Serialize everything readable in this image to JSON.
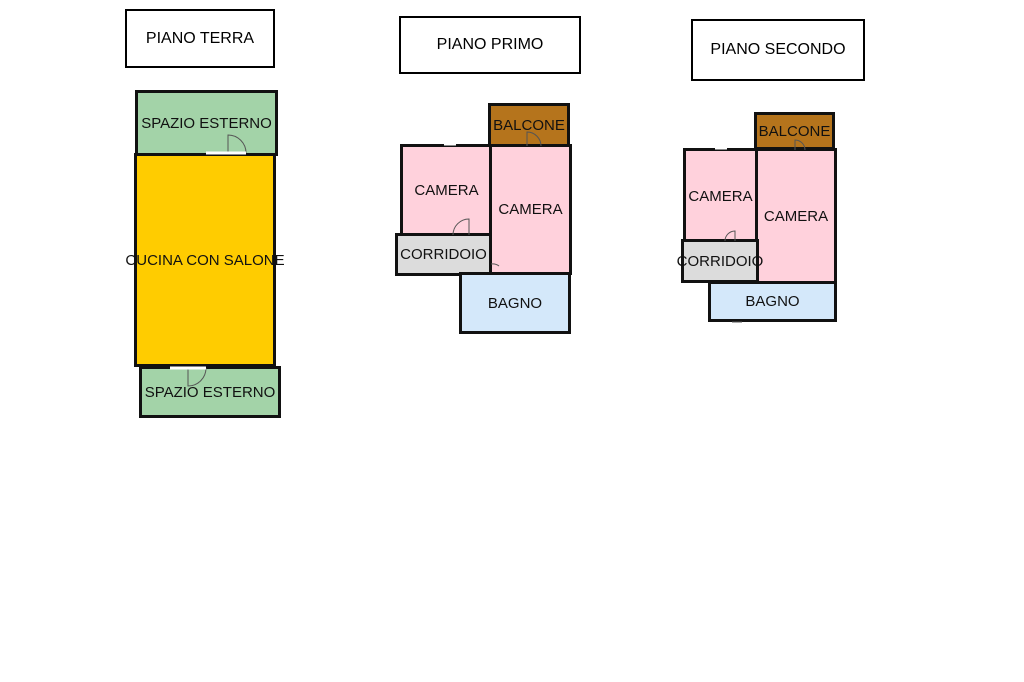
{
  "colors": {
    "green": "#a3d3a8",
    "yellow": "#ffcc00",
    "pink": "#ffd1dc",
    "brown": "#b5741c",
    "grey": "#dcdcdc",
    "blue": "#d4e8fa"
  },
  "ground_floor": {
    "title": "PIANO TERRA",
    "rooms": {
      "outdoor_top": "SPAZIO ESTERNO",
      "kitchen": "CUCINA CON SALONE",
      "outdoor_bottom": "SPAZIO ESTERNO"
    }
  },
  "first_floor": {
    "title": "PIANO PRIMO",
    "rooms": {
      "balcony": "BALCONE",
      "bedroom_left": "CAMERA",
      "bedroom_right": "CAMERA",
      "corridor": "CORRIDOIO",
      "bathroom": "BAGNO"
    }
  },
  "second_floor": {
    "title": "PIANO SECONDO",
    "rooms": {
      "balcony": "BALCONE",
      "bedroom_left": "CAMERA",
      "bedroom_right": "CAMERA",
      "corridor": "CORRIDOIO",
      "bathroom": "BAGNO"
    }
  }
}
